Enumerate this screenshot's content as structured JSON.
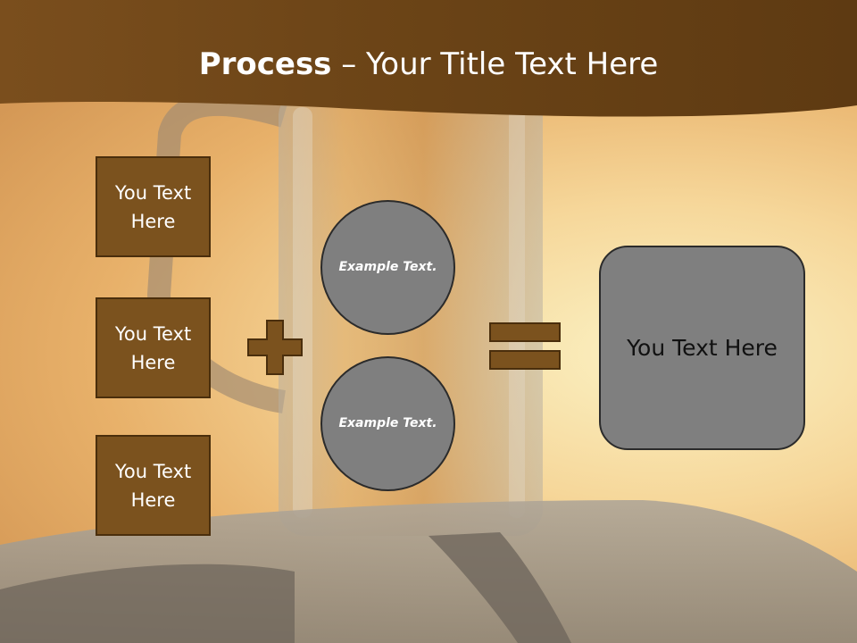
{
  "colors": {
    "accent": "#7b521e",
    "header": "#6e4517",
    "shape_gray": "#7f7f7f",
    "outline": "#4a2e0c"
  },
  "slide": {
    "title_bold": "Process",
    "title_rest": " – Your Title Text Here"
  },
  "boxes": [
    {
      "label": "You Text Here"
    },
    {
      "label": "You Text Here"
    },
    {
      "label": "You Text Here"
    }
  ],
  "operators": {
    "plus": "plus-icon",
    "equals": "equals-icon"
  },
  "circles": [
    {
      "label": "Example Text."
    },
    {
      "label": "Example Text."
    }
  ],
  "result": {
    "label": "You Text Here"
  }
}
